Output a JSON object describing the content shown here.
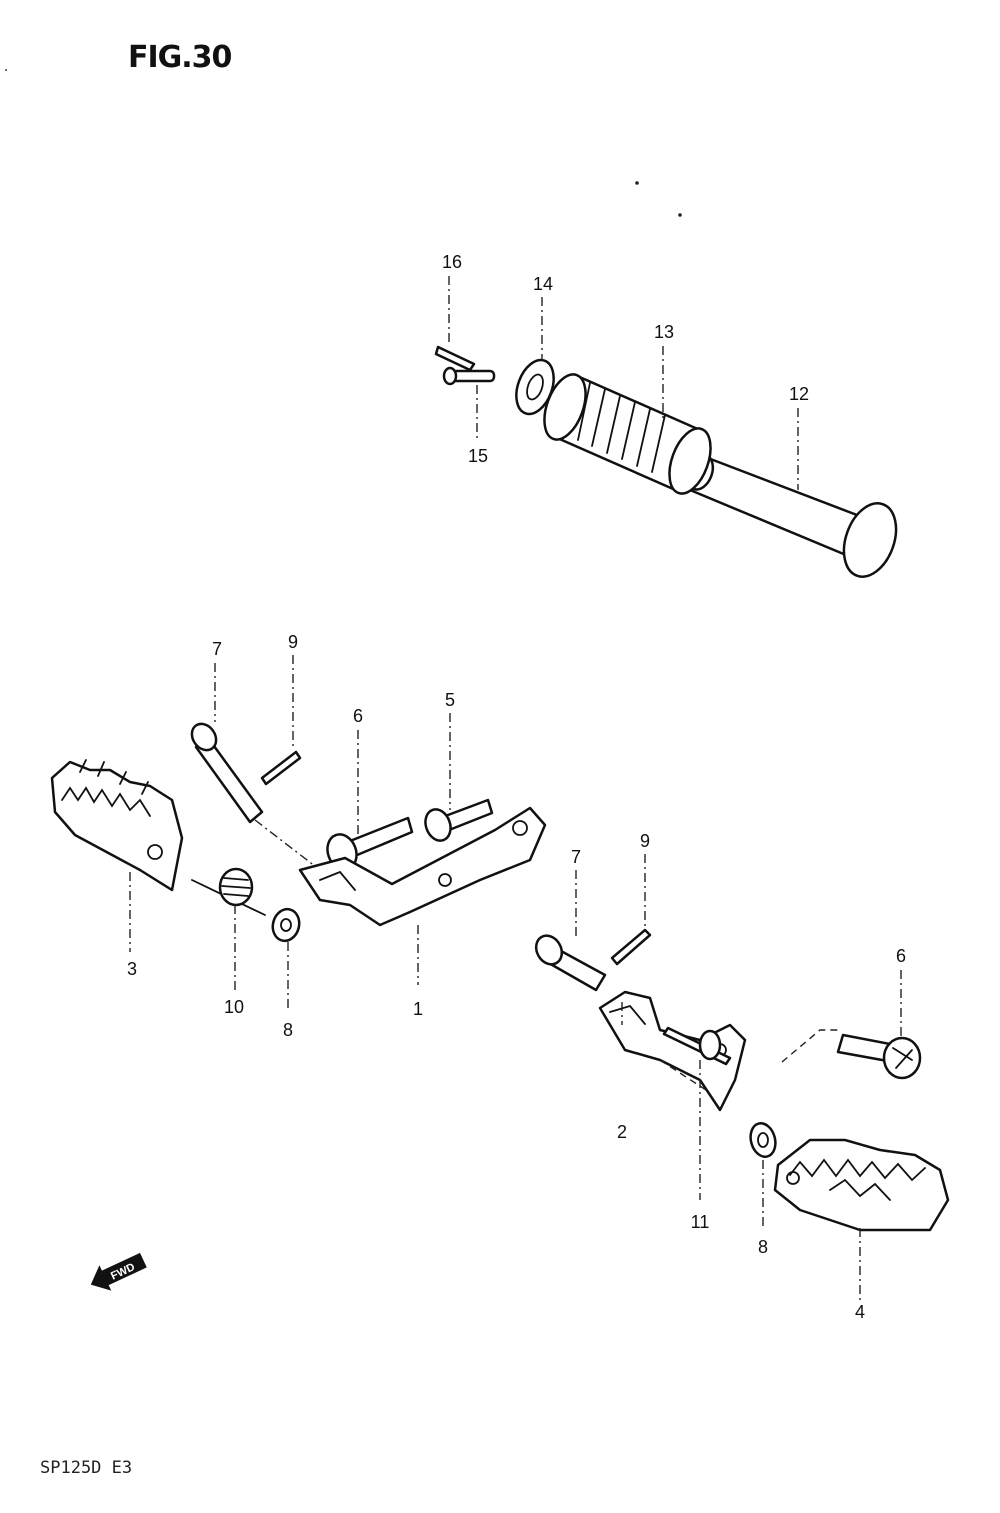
{
  "figure": {
    "title": "FIG.30",
    "footer": "SP125D E3",
    "fwd_label": "FWD"
  },
  "callouts": {
    "c1": "1",
    "c2": "2",
    "c3": "3",
    "c4": "4",
    "c5": "5",
    "c6a": "6",
    "c6b": "6",
    "c7a": "7",
    "c7b": "7",
    "c8a": "8",
    "c8b": "8",
    "c9a": "9",
    "c9b": "9",
    "c10": "10",
    "c11": "11",
    "c12": "12",
    "c13": "13",
    "c14": "14",
    "c15": "15",
    "c16": "16"
  }
}
